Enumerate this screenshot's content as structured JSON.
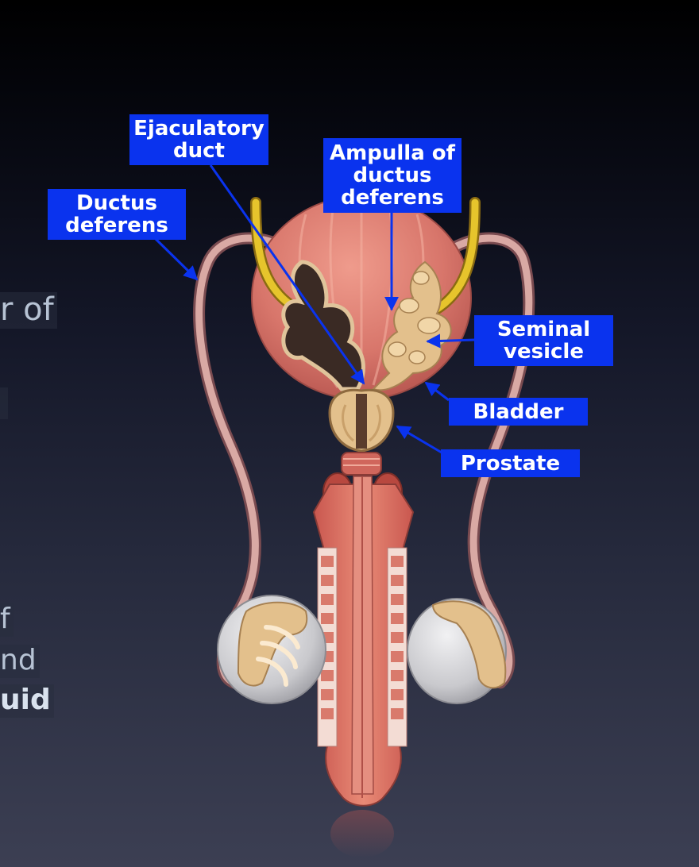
{
  "background_text": {
    "line1": "r of",
    "line2": "f",
    "line3": "nd",
    "line4": "uid"
  },
  "labels": {
    "ejaculatory_duct": "Ejaculatory\nduct",
    "ductus_deferens": "Ductus\ndeferens",
    "ampulla": "Ampulla of\nductus\ndeferens",
    "seminal_vesicle": "Seminal\nvesicle",
    "bladder": "Bladder",
    "prostate": "Prostate"
  },
  "colors": {
    "label_bg": "#0a33ee",
    "bladder": "#d7776d",
    "vesicle": "#e3c08c",
    "ductus": "#d9a9a4",
    "ureter": "#e0c02a",
    "testis": "#cfcfd2"
  }
}
